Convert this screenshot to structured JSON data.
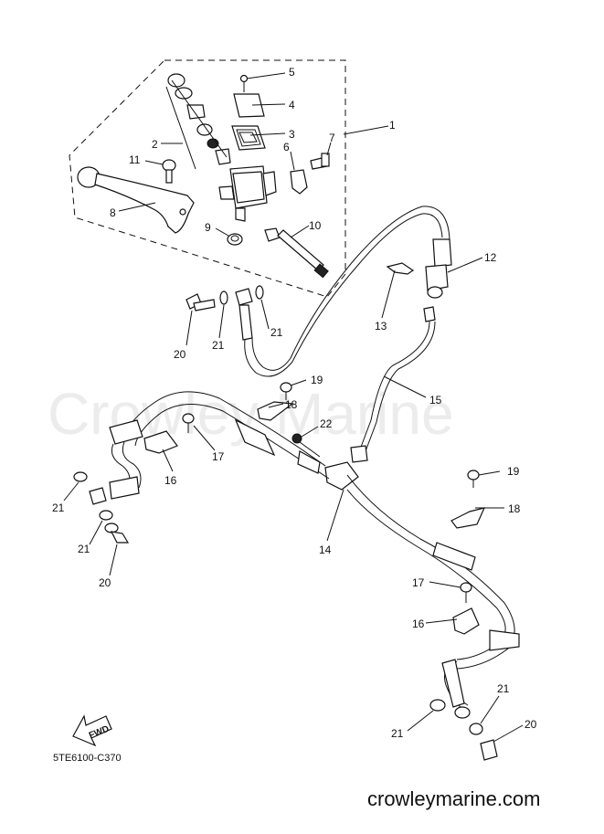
{
  "watermark": "Crowley Marine",
  "website": "crowleymarine.com",
  "diagram_code": "5TE6100-C370",
  "fwd_label": "FWD",
  "callouts": [
    {
      "id": "c1",
      "text": "1"
    },
    {
      "id": "c2",
      "text": "2"
    },
    {
      "id": "c3",
      "text": "3"
    },
    {
      "id": "c4",
      "text": "4"
    },
    {
      "id": "c5",
      "text": "5"
    },
    {
      "id": "c6",
      "text": "6"
    },
    {
      "id": "c7",
      "text": "7"
    },
    {
      "id": "c8",
      "text": "8"
    },
    {
      "id": "c9",
      "text": "9"
    },
    {
      "id": "c10",
      "text": "10"
    },
    {
      "id": "c11",
      "text": "11"
    },
    {
      "id": "c12",
      "text": "12"
    },
    {
      "id": "c13",
      "text": "13"
    },
    {
      "id": "c14",
      "text": "14"
    },
    {
      "id": "c15",
      "text": "15"
    },
    {
      "id": "c16a",
      "text": "16"
    },
    {
      "id": "c16b",
      "text": "16"
    },
    {
      "id": "c17a",
      "text": "17"
    },
    {
      "id": "c17b",
      "text": "17"
    },
    {
      "id": "c18a",
      "text": "18"
    },
    {
      "id": "c18b",
      "text": "18"
    },
    {
      "id": "c19a",
      "text": "19"
    },
    {
      "id": "c19b",
      "text": "19"
    },
    {
      "id": "c20a",
      "text": "20"
    },
    {
      "id": "c20b",
      "text": "20"
    },
    {
      "id": "c20c",
      "text": "20"
    },
    {
      "id": "c21a",
      "text": "21"
    },
    {
      "id": "c21b",
      "text": "21"
    },
    {
      "id": "c21c",
      "text": "21"
    },
    {
      "id": "c21d",
      "text": "21"
    },
    {
      "id": "c21e",
      "text": "21"
    },
    {
      "id": "c21f",
      "text": "21"
    },
    {
      "id": "c22",
      "text": "22"
    }
  ]
}
